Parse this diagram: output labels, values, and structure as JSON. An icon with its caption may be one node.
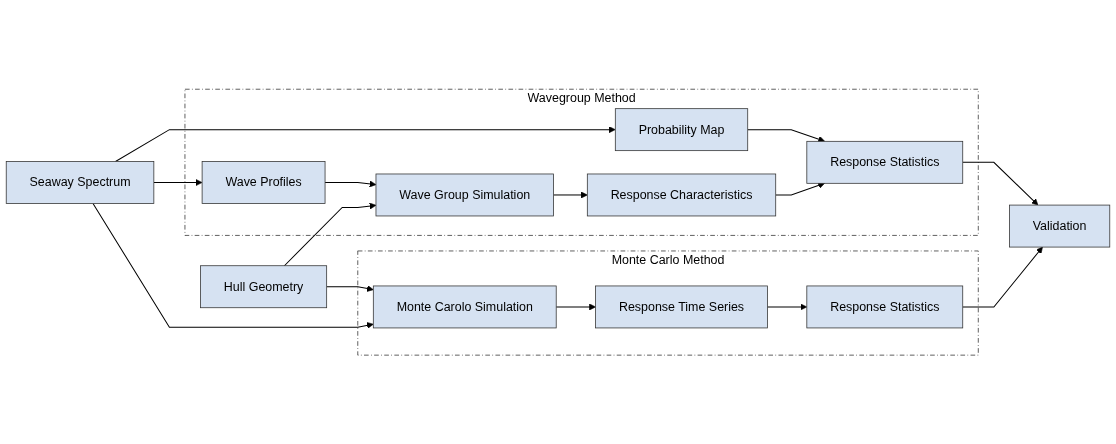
{
  "diagram": {
    "nodes": [
      {
        "text": [
          "Seaway Spectrum"
        ]
      },
      {
        "text": [
          "Wavegroup Method"
        ]
      },
      {
        "text": [
          "Probability Map"
        ],
        "in": 1
      },
      {
        "text": [
          "Wave Profiles"
        ],
        "in": 1
      },
      {
        "text": [
          "Wave Group Simulation"
        ],
        "in": 1
      },
      {
        "text": [
          "Response Characteristics"
        ],
        "in": 1
      },
      {
        "text": [
          "Response Statistics"
        ],
        "in": 1
      },
      {
        "text": [
          "Validation"
        ]
      },
      {
        "text": [
          "Monte Carlo Method"
        ]
      },
      {
        "text": [
          "Hull Geometry"
        ]
      },
      {
        "text": [
          "Monte Carolo Simulation"
        ],
        "in": 8
      },
      {
        "text": [
          "Response Time Series"
        ],
        "in": 8
      },
      {
        "text": [
          "Response Statistics"
        ],
        "in": 8
      }
    ],
    "edges": [
      {
        "from": 0,
        "to": 2,
        "arrow": "to"
      },
      {
        "from": 0,
        "to": 3,
        "arrow": "to"
      },
      {
        "from": 0,
        "to": 10,
        "arrow": "to"
      },
      {
        "from": 2,
        "to": 6,
        "arrow": "to"
      },
      {
        "from": 3,
        "to": 4,
        "arrow": "to"
      },
      {
        "from": 4,
        "to": 5,
        "arrow": "to"
      },
      {
        "from": 5,
        "to": 6,
        "arrow": "to"
      },
      {
        "from": 6,
        "to": 7,
        "arrow": "to"
      },
      {
        "from": 9,
        "to": 4,
        "arrow": "to"
      },
      {
        "from": 9,
        "to": 10,
        "arrow": "to"
      },
      {
        "from": 10,
        "to": 11,
        "arrow": "to"
      },
      {
        "from": 11,
        "to": 12,
        "arrow": "to"
      },
      {
        "from": 12,
        "to": 7,
        "arrow": "to"
      }
    ]
  }
}
